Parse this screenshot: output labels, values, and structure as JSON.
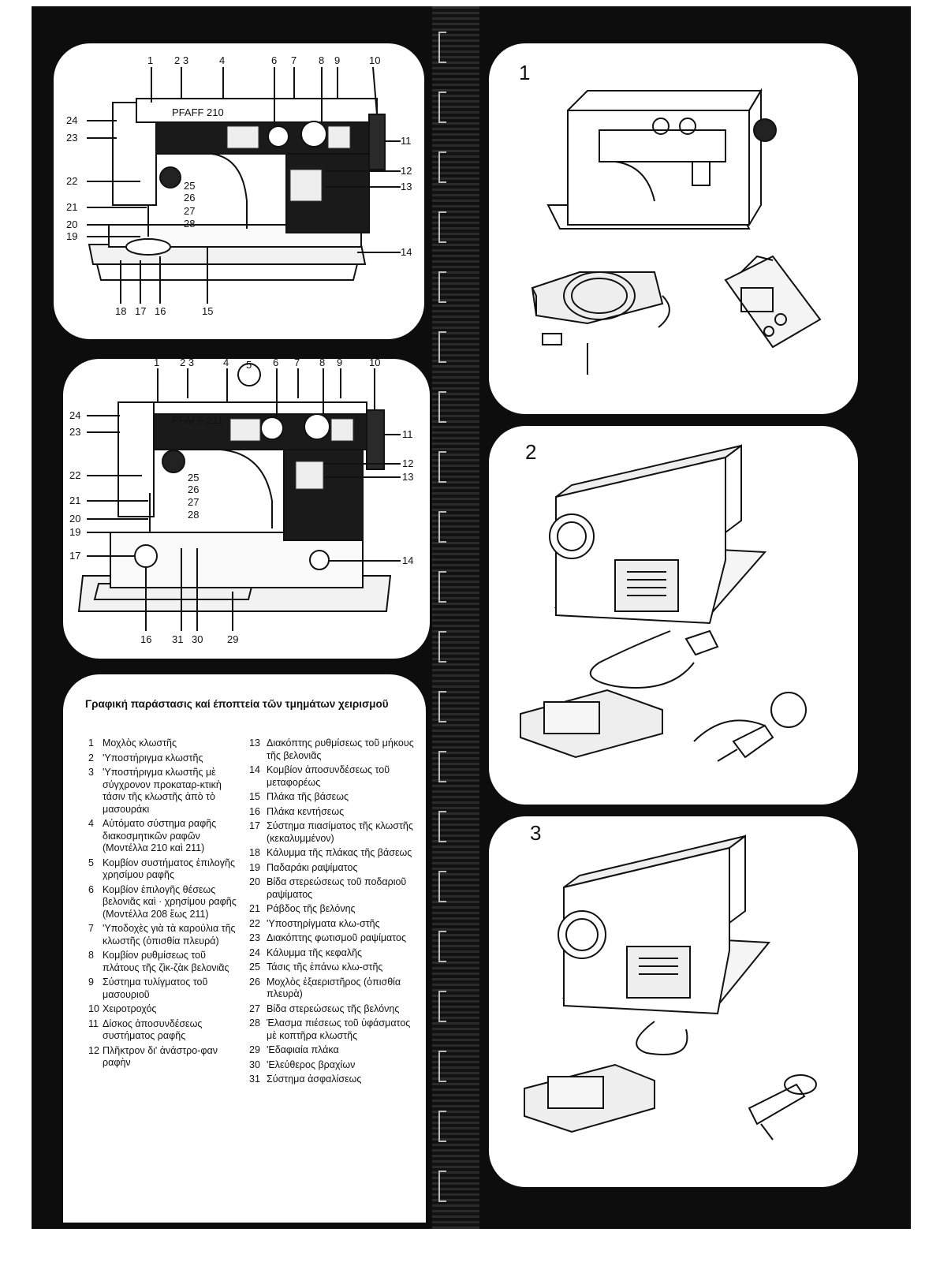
{
  "figure_a": {
    "brand": "PFAFF 210",
    "callouts_top": [
      "1",
      "2 3",
      "4",
      "6",
      "7",
      "8",
      "9",
      "10"
    ],
    "callouts_left": [
      "24",
      "23",
      "22",
      "21",
      "20",
      "19"
    ],
    "callouts_right": [
      "11",
      "12",
      "13",
      "14"
    ],
    "callouts_inner": [
      "25",
      "26",
      "27",
      "28"
    ],
    "callouts_bottom": [
      "18",
      "17",
      "16",
      "15"
    ]
  },
  "figure_b": {
    "brand": "PFAFF 211",
    "callouts_top": [
      "1",
      "2 3",
      "4",
      "5",
      "6",
      "7",
      "8",
      "9",
      "10"
    ],
    "callouts_left": [
      "24",
      "23",
      "22",
      "21",
      "20",
      "19",
      "17"
    ],
    "callouts_right": [
      "11",
      "12",
      "13",
      "14"
    ],
    "callouts_inner": [
      "25",
      "26",
      "27",
      "28"
    ],
    "callouts_bottom": [
      "16",
      "31",
      "30",
      "29"
    ]
  },
  "figure_numbers": [
    "1",
    "2",
    "3"
  ],
  "legend": {
    "heading": "Γραφική παράστασις καί έποπτεία τῶν τμημάτων χειρισμοῦ",
    "left": [
      {
        "n": "1",
        "t": "Μοχλὸς κλωστῆς"
      },
      {
        "n": "2",
        "t": "'Υποστήριγμα κλωστῆς"
      },
      {
        "n": "3",
        "t": "'Υποστήριγμα κλωστῆς μὲ σύγχρονον προκαταρ-κτικὴ τάσιν τῆς κλωστῆς ἀπὸ τὸ μασουράκι"
      },
      {
        "n": "4",
        "t": "Αὐτόματο σύστημα ραφῆς διακοσμητικῶν ραφῶν (Μοντέλλα 210 καὶ 211)"
      },
      {
        "n": "5",
        "t": "Κομβίον συστήματος ἐπιλογῆς χρησίμου ραφῆς"
      },
      {
        "n": "6",
        "t": "Κομβίον ἐπιλογῆς θέσεως βελονιᾶς καὶ · χρησίμου ραφῆς (Μοντέλλα 208 ἕως 211)"
      },
      {
        "n": "7",
        "t": "'Υποδοχὲς γιὰ τὰ καρούλια τῆς κλωστῆς (ὀπισθία πλευρά)"
      },
      {
        "n": "8",
        "t": "Κομβίον ρυθμίσεως τοῦ πλάτους τῆς ζὶκ-ζὰκ βελονιᾶς"
      },
      {
        "n": "9",
        "t": "Σύστημα τυλίγματος τοῦ μασουριοῦ"
      },
      {
        "n": "10",
        "t": "Χειροτροχός"
      },
      {
        "n": "11",
        "t": "Δίσκος ἀποσυνδέσεως συστήματος ραφῆς"
      },
      {
        "n": "12",
        "t": "Πλῆκτρον δι' ἀνάστρο-φαν ραφὴν"
      }
    ],
    "right": [
      {
        "n": "13",
        "t": "Διακόπτης ρυθμίσεως τοῦ μήκους τῆς βελονιᾶς"
      },
      {
        "n": "14",
        "t": "Κομβίον ἀποσυνδέσεως τοῦ μεταφορέως"
      },
      {
        "n": "15",
        "t": "Πλάκα τῆς βάσεως"
      },
      {
        "n": "16",
        "t": "Πλάκα κεντήσεως"
      },
      {
        "n": "17",
        "t": "Σύστημα πιασίματος τῆς κλωστῆς (κεκαλυμμένον)"
      },
      {
        "n": "18",
        "t": "Κάλυμμα τῆς πλάκας τῆς βάσεως"
      },
      {
        "n": "19",
        "t": "Παδαράκι ραψίματος"
      },
      {
        "n": "20",
        "t": "Βίδα στερεώσεως τοῦ ποδαριοῦ ραψίματος"
      },
      {
        "n": "21",
        "t": "Ράβδος τῆς βελόνης"
      },
      {
        "n": "22",
        "t": "'Υποστηρίγματα κλω-στῆς"
      },
      {
        "n": "23",
        "t": "Διακόπτης φωτισμοῦ ραψίματος"
      },
      {
        "n": "24",
        "t": "Κάλυμμα τῆς κεφαλῆς"
      },
      {
        "n": "25",
        "t": "Τάσις τῆς ἐπάνω κλω-στῆς"
      },
      {
        "n": "26",
        "t": "Μοχλὸς ἐξαεριστῆρος (ὀπισθία πλευρὰ)"
      },
      {
        "n": "27",
        "t": "Βίδα στερεώσεως τῆς βελόνης"
      },
      {
        "n": "28",
        "t": "Έλασμα πιέσεως τοῦ ὑφάσματος μὲ κοπτῆρα κλωστῆς"
      },
      {
        "n": "29",
        "t": "'Εδαφιαία πλάκα"
      },
      {
        "n": "30",
        "t": "'Ελεύθερος βραχίων"
      },
      {
        "n": "31",
        "t": "Σύστημα ἀσφαλίσεως"
      }
    ]
  }
}
